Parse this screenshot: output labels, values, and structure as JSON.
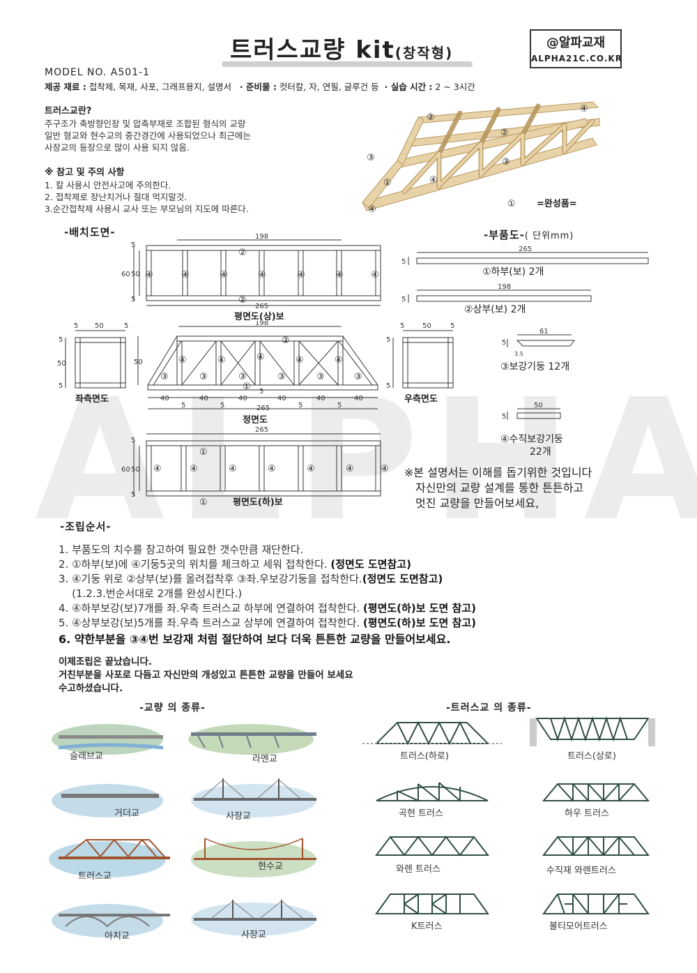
{
  "watermark": "ALPHA",
  "header": {
    "title": "트러스교량 kit",
    "title_suffix": "(창작형)",
    "brand": "@알파교재",
    "brand_url": "ALPHA21C.CO.KR"
  },
  "model": "MODEL NO.  A501-1",
  "specs": {
    "supply_label": "제공 재료 :",
    "supply": "접착제, 목재, 사포, 그래프용지, 설명서",
    "prep_label": "· 준비물 :",
    "prep": "컷터칼, 자, 연필, 글루건 등",
    "time_label": "· 실습 시간 :",
    "time": "2 ~ 3시간"
  },
  "intro": {
    "heading": "트러스교란?",
    "lines": [
      "주구조가 축방향인장 및 압축부재로 조합된 형식의 교량",
      "일반 형교와 현수교의 중간경간에 사용되었으나 최근에는",
      "사장교의 등장으로 많이 사용 되지 않음."
    ]
  },
  "caution": {
    "heading": "※ 참고 및 주의 사항",
    "items": [
      "1. 칼 사용시 안전사고에 주의한다.",
      "2. 접착제로 장난치거나 절대 먹지말것.",
      "3.순간접착제 사용시 교사 또는 부모님의 지도에 따른다."
    ]
  },
  "photo": {
    "caption": "=완성품=",
    "markers": [
      "②",
      "④",
      "②",
      "③",
      "③",
      "①",
      "④",
      "④",
      "①"
    ]
  },
  "layout_section": {
    "title": "-배치도면-",
    "top_plan": {
      "caption": "평면도(상)보",
      "dim_top": "198",
      "dim_bottom": "265",
      "dim_left_outer": "60",
      "dim_left_inner": "50",
      "dim_left_small": "5",
      "label_top": "②",
      "label_bottom": "②",
      "post_label": "④"
    },
    "front": {
      "caption": "정면도",
      "dim_top": "198",
      "dim_height": "50",
      "dim_small": "5",
      "dim_panel": "40",
      "dim_bottom": "265",
      "label_top": "②",
      "label_bottom": "①",
      "diag_label": "③",
      "post_label": "④"
    },
    "left_side": {
      "caption": "좌측면도",
      "w": "50",
      "s": "5",
      "h": "50"
    },
    "right_side": {
      "caption": "우측면도",
      "w": "50",
      "s": "5"
    },
    "bottom_plan": {
      "caption": "평면도(하)보",
      "dim_top": "265",
      "dim_outer": "60",
      "dim_inner": "50",
      "dim_small": "5",
      "label_top": "①",
      "label_bottom": "①",
      "post_label": "④"
    }
  },
  "parts": {
    "title": "-부품도-",
    "unit": "( 단위mm)",
    "items": [
      {
        "dim": "265",
        "thick": "5",
        "label": "①하부(보) 2개"
      },
      {
        "dim": "198",
        "thick": "5",
        "label": "②상부(보) 2개"
      },
      {
        "dim": "61",
        "thick": "5",
        "sub": "3.5",
        "label": "③보강기둥 12개"
      },
      {
        "dim": "50",
        "thick": "5",
        "label": "④수직보강기둥",
        "label2": "22개"
      }
    ]
  },
  "note": [
    "※본 설명서는 이해를 돕기위한 것입니다",
    "자신만의 교량 설계를 통한 튼튼하고",
    "멋진 교량을 만들어보세요,"
  ],
  "assembly": {
    "title": "-조립순서-",
    "steps": [
      {
        "text": "1.  부품도의 치수를 참고하여 필요한 갯수만큼 재단한다.",
        "ref": ""
      },
      {
        "text": "2.  ①하부(보)에 ④기둥5곳의 위치를 체크하고 세워 접착한다. ",
        "ref": "(정면도 도면참고)"
      },
      {
        "text": "3.  ④기둥 위로 ②상부(보)를 올려접착후 ③좌.우보강기둥을 접착한다.",
        "ref": "(정면도 도면참고)"
      },
      {
        "text": "    (1.2.3.번순서대로 2개를 완성시킨다.)",
        "ref": ""
      },
      {
        "text": "4.  ④하부보강(보)7개를 좌.우측 트러스교 하부에 연결하여 접착한다. ",
        "ref": "(평면도(하)보 도면 참고)"
      },
      {
        "text": "5.  ④상부보강(보)5개를 좌.우측 트러스교 상부에 연결하여 접착한다. ",
        "ref": "(평면도(하)보 도면 참고)"
      }
    ],
    "step6": "6. 약한부분을 ③④번 보강재 처럼 절단하여 보다 더욱 튼튼한 교량을 만들어보세요."
  },
  "finish": [
    "이제조립은 끝났습니다.",
    "거친부분을 사포로 다듬고  자신만의 개성있고 튼튼한 교량을 만들어 보세요",
    "수고하셨습니다."
  ],
  "bridge_types": {
    "title": "-교량 의 종류-",
    "items": [
      "슬래브교",
      "라멘교",
      "거더교",
      "사장교",
      "트러스교",
      "현수교",
      "아치교",
      "사장교"
    ]
  },
  "truss_types": {
    "title": "-트러스교 의 종류-",
    "items": [
      "트러스(하로)",
      "트러스(상로)",
      "곡현 트러스",
      "하우 트러스",
      "와렌 트러스",
      "수직재 와렌트러스",
      "K트러스",
      "볼티모어트러스"
    ]
  },
  "colors": {
    "ink": "#222222",
    "wood": "#e8d3a8",
    "wood_edge": "#b8975e",
    "water": "#7fb0d6",
    "green": "#6e9a4a"
  }
}
